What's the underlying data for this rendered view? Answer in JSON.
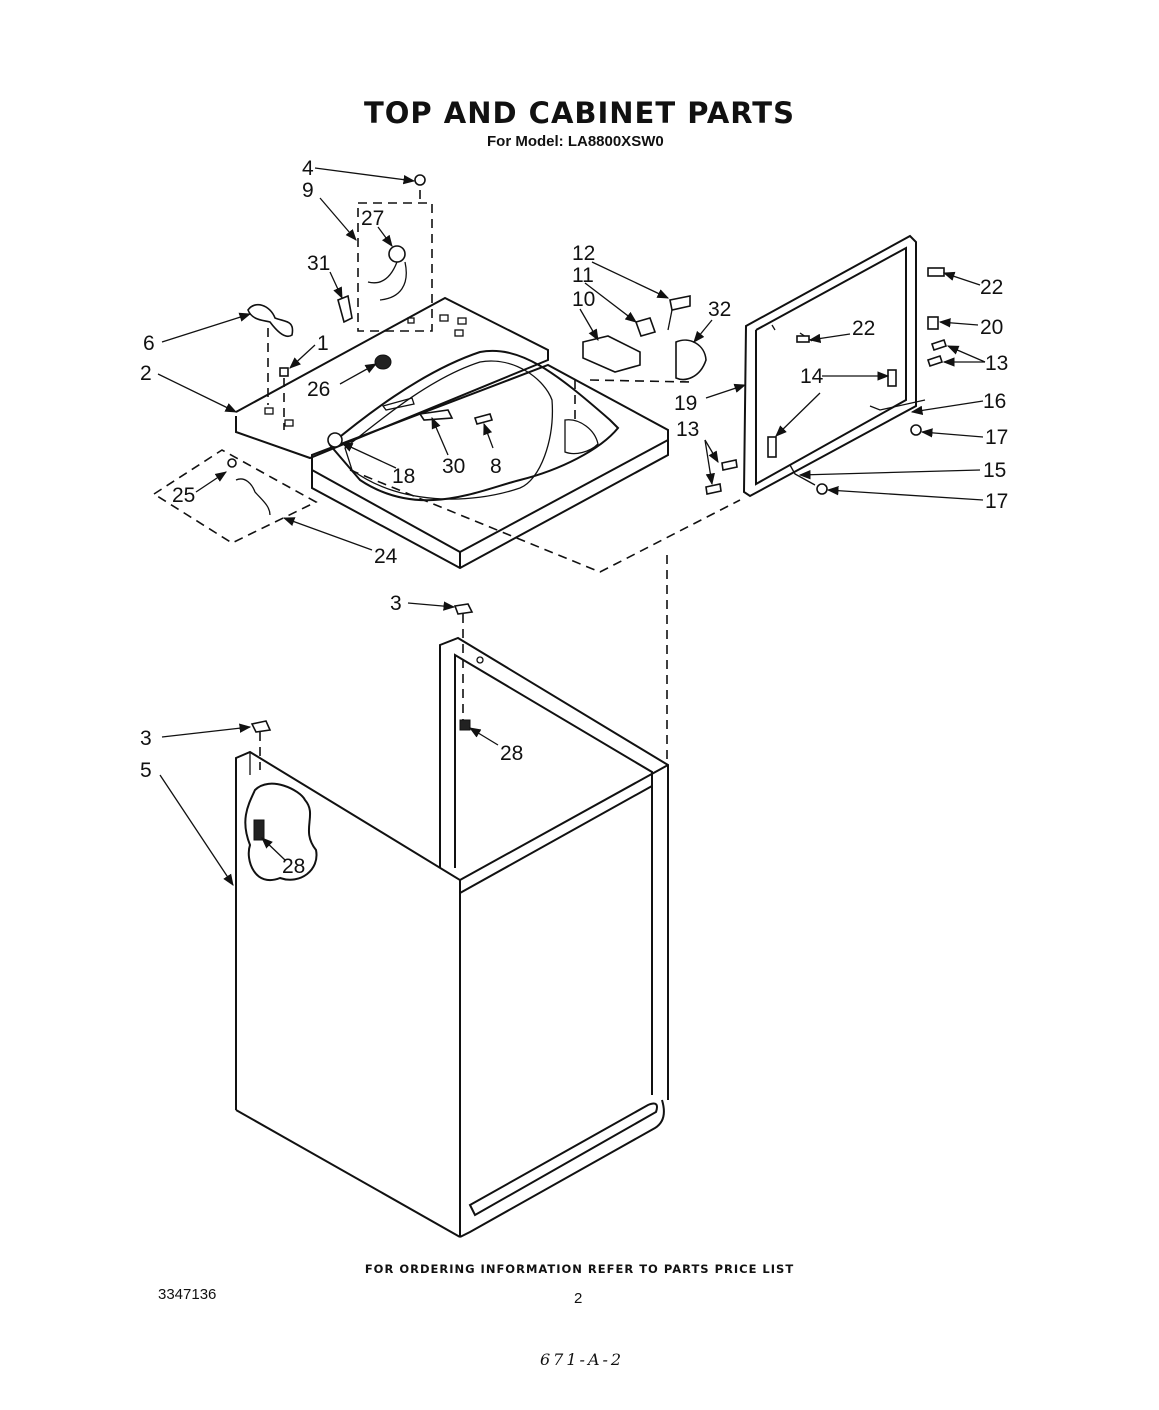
{
  "header": {
    "title": "TOP AND CABINET PARTS",
    "model_line": "For Model: LA8800XSW0"
  },
  "callouts": {
    "c1": "1",
    "c2": "2",
    "c3a": "3",
    "c3b": "3",
    "c4": "4",
    "c5": "5",
    "c6": "6",
    "c8": "8",
    "c9": "9",
    "c10": "10",
    "c11": "11",
    "c12": "12",
    "c13a": "13",
    "c13b": "13",
    "c14": "14",
    "c15": "15",
    "c16": "16",
    "c17a": "17",
    "c17b": "17",
    "c18": "18",
    "c19": "19",
    "c20": "20",
    "c22a": "22",
    "c22b": "22",
    "c24": "24",
    "c25": "25",
    "c26": "26",
    "c27": "27",
    "c28a": "28",
    "c28b": "28",
    "c30": "30",
    "c31": "31",
    "c32": "32"
  },
  "footer": {
    "ordering_note": "FOR ORDERING INFORMATION REFER TO PARTS PRICE LIST",
    "doc_number": "3347136",
    "page_number": "2",
    "handwritten_code": "671-A-2"
  }
}
